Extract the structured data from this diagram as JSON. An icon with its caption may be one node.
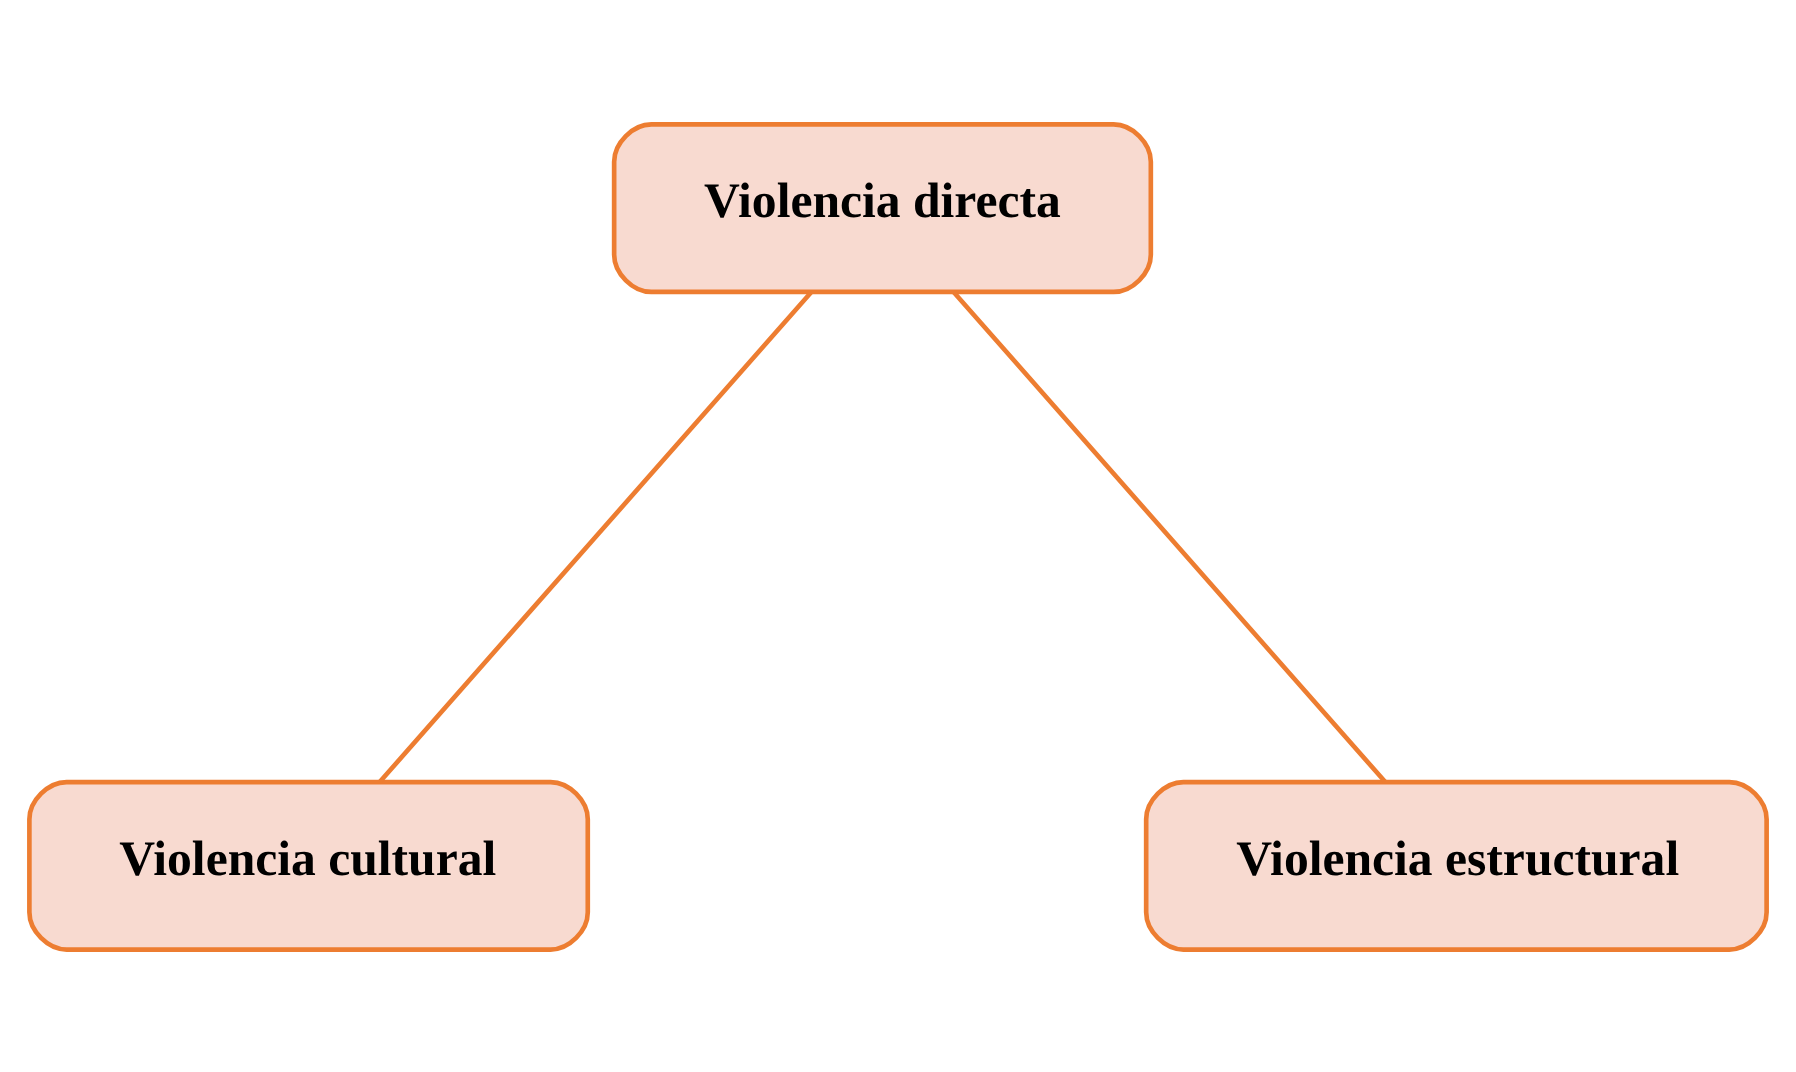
{
  "diagram": {
    "nodes": [
      {
        "text": [
          "Violencia directa"
        ]
      },
      {
        "text": [
          "Violencia cultural"
        ]
      },
      {
        "text": [
          "Violencia estructural"
        ]
      }
    ],
    "edges": [
      {
        "from": 0,
        "to": 1,
        "arrow": "none"
      },
      {
        "from": 0,
        "to": 2,
        "arrow": "none"
      }
    ]
  }
}
